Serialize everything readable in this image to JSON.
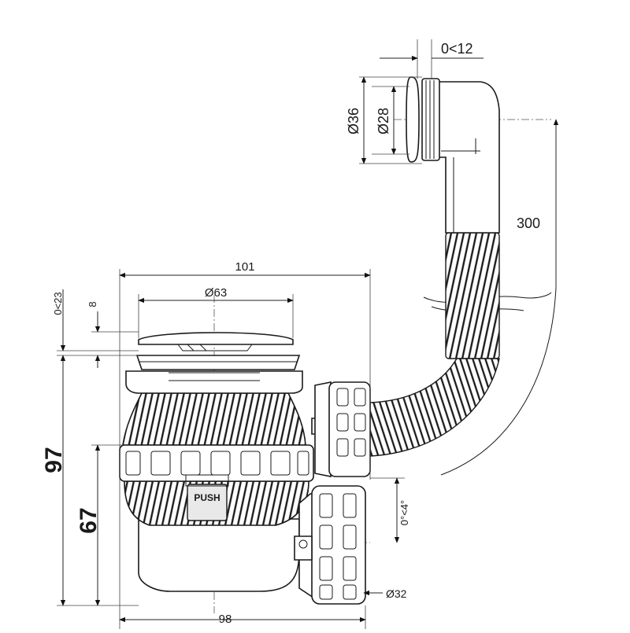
{
  "dimensions": {
    "height_overall": "97",
    "height_outlet": "67",
    "flange_diameter": "Ø63",
    "body_width": "101",
    "base_width": "98",
    "hose_length": "300",
    "overflow_outer_diameter": "Ø36",
    "overflow_inner_diameter": "Ø28",
    "overflow_wall_thickness": "0<12",
    "outlet_diameter": "Ø32",
    "outlet_angle": "0°<4°",
    "stopper_lift": "8",
    "wall_adjust": "0<23"
  },
  "labels": {
    "push_button": "PUSH"
  }
}
